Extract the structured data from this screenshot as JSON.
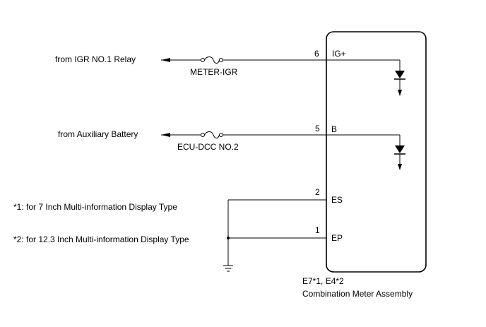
{
  "sources": {
    "igr_relay": "from IGR NO.1 Relay",
    "aux_battery": "from Auxiliary Battery"
  },
  "fuses": {
    "meter_igr": "METER-IGR",
    "ecu_dcc": "ECU-DCC NO.2"
  },
  "pins": {
    "ig": {
      "number": "6",
      "name": "IG+"
    },
    "b": {
      "number": "5",
      "name": "B"
    },
    "es": {
      "number": "2",
      "name": "ES"
    },
    "ep": {
      "number": "1",
      "name": "EP"
    }
  },
  "notes": {
    "note1": "*1: for 7 Inch Multi-information Display Type",
    "note2": "*2: for 12.3 Inch Multi-information Display Type"
  },
  "component": {
    "connector": "E7*1, E4*2",
    "name": "Combination Meter Assembly"
  },
  "icons": [
    "arrow-icon",
    "fuse-icon",
    "diode-icon",
    "ground-icon"
  ]
}
